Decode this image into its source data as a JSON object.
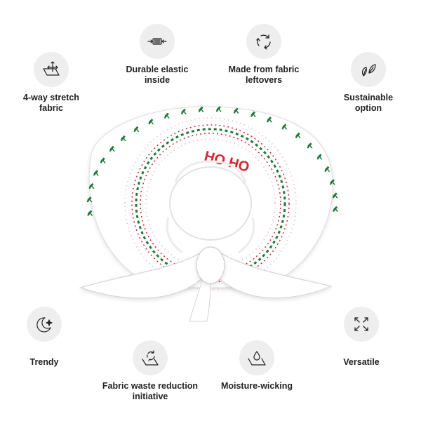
{
  "features": {
    "elastic": {
      "label": "Durable elastic\ninside",
      "icon": "compress-arrows-icon"
    },
    "leftovers": {
      "label": "Made from fabric\nleftovers",
      "icon": "recycle-icon"
    },
    "stretch": {
      "label": "4-way stretch\nfabric",
      "icon": "stretch-fabric-icon"
    },
    "sustain": {
      "label": "Sustainable\noption",
      "icon": "leaves-icon"
    },
    "trendy": {
      "label": "Trendy",
      "icon": "sparkle-moon-icon"
    },
    "versatile": {
      "label": "Versatile",
      "icon": "expand-arrows-icon"
    },
    "waste": {
      "label": "Fabric waste reduction\ninitiative",
      "icon": "recycle-fabric-icon"
    },
    "moisture": {
      "label": "Moisture-wicking",
      "icon": "water-drop-icon"
    }
  },
  "product": {
    "name_icon": "scrunchie-image",
    "pattern_text": "HO HO",
    "colors": {
      "base": "#ffffff",
      "red": "#d8262e",
      "green": "#1e7a3c",
      "pink": "#efb6b6"
    }
  }
}
